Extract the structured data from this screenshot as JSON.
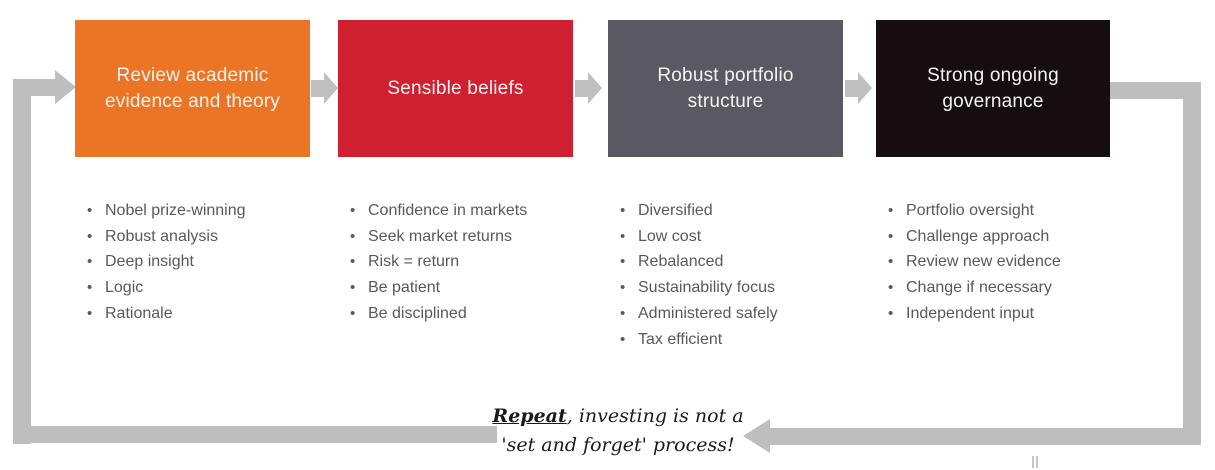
{
  "steps": [
    {
      "title": "Review academic evidence and theory",
      "color": "#eb7524",
      "bullets": [
        "Nobel prize-winning",
        "Robust analysis",
        "Deep insight",
        "Logic",
        "Rationale"
      ]
    },
    {
      "title": "Sensible beliefs",
      "color": "#ce202e",
      "bullets": [
        "Confidence in markets",
        "Seek market returns",
        "Risk = return",
        "Be patient",
        "Be disciplined"
      ]
    },
    {
      "title": "Robust portfolio structure",
      "color": "#5a5963",
      "bullets": [
        "Diversified",
        "Low cost",
        "Rebalanced",
        "Sustainability focus",
        "Administered safely",
        "Tax efficient"
      ]
    },
    {
      "title": "Strong ongoing governance",
      "color": "#150d0f",
      "bullets": [
        "Portfolio oversight",
        "Challenge approach",
        "Review new evidence",
        "Change if necessary",
        "Independent input"
      ]
    }
  ],
  "loop_note": {
    "emphasis": "Repeat",
    "line1_rest": ", investing is not a",
    "line2": "'set and forget' process!"
  },
  "colors": {
    "loop_arrow": "#bebebe",
    "flow_arrow": "#bfbfbf",
    "bullet_text": "#595959",
    "title_text": "#f5f2f1"
  }
}
